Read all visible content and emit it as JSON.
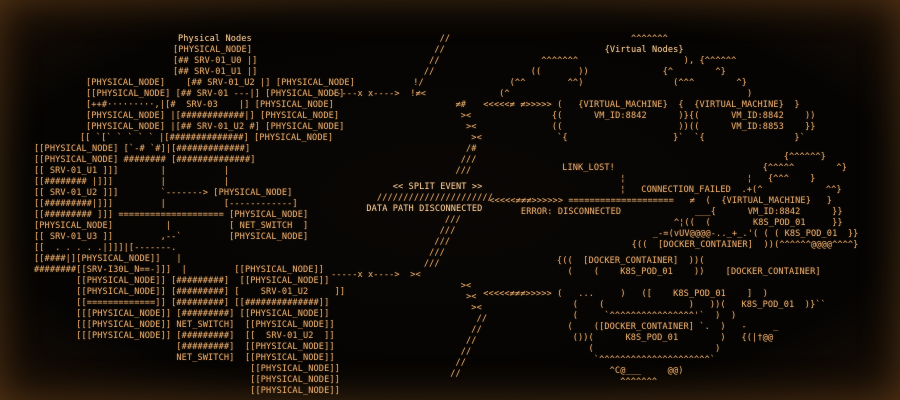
{
  "colors": {
    "background": "#050403",
    "text": "#e0a66a",
    "accent": "#f0c896"
  },
  "art": {
    "physical_nodes_tower": [
      "Physical Nodes",
      "[PHYSICAL_NODE]",
      "[## SRV-01_U0 |]",
      "[## SRV-01_U1 |]",
      "[PHYSICAL_NODE]    [## SRV-01_U2 |] [PHYSICAL_NODE]",
      "[[PHYSICAL_NODE] [## SRV-01 ---|] [PHYSICAL_NODE]",
      "[++#·········,|[#  SRV-03    |] [PHYSICAL_NODE]",
      "[PHYSICAL_NODE] |[############|] [PHYSICAL_NODE]",
      "[PHYSICAL_NODE] |[## SRV-01_U2 #] [PHYSICAL_NODE]",
      "[[ `[` ` ` ` ` |[##############] [PHYSICAL_NODE]",
      "[[PHYSICAL_NODE] [`-# `#]|[#############]",
      "[[PHYSICAL_NODE] ######## [##############]"
    ],
    "left_stack": [
      "[[ SRV-01_U1 ]]]        |           |",
      "[[######## |]]]         |           |",
      "[[ SRV-01_U2 ]]]        `-------> [PHYSICAL_NODE]",
      "[[#########|]]]         |           [------------]",
      "[[######### ]]] ==================== [PHYSICAL_NODE]",
      "[PHYSICAL_NODE]          |           [ NET_SWITCH  ]",
      "[[ SRV-01_U3 ]]         ,--`         [PHYSICAL_NODE]",
      "[[  . . . . .|]]]|[-------.",
      "[[####|][PHYSICAL_NODE]]   |",
      "########[[SRV-I30L_N==-]]]  |         [[PHYSICAL_NODE]]",
      "        [[PHYSICAL_NODE]] [#########]  [[PHYSICAL_NODE]]",
      "        [[PHYSICAL_NODE]] [#########] [    SRV-01_U2     ]]",
      "        [[=============]] [#########] [[##############]]",
      "        [[[PHYSICAL_NODE]] [#########] [[PHYSICAL_NODE]]",
      "        [[[PHYSICAL_NODE]] NET_SWITCH]  [[PHYSICAL_NODE]]",
      "        [[[PHYSICAL_NODE]] [#########]  [[  SRV-01_U2  ]]",
      "                           [#########]  [[PHYSICAL_NODE]]",
      "                           NET_SWITCH]  [[PHYSICAL_NODE]]",
      "                                         [[PHYSICAL_NODE]]",
      "                                         [[PHYSICAL_NODE]]",
      "                                         [[PHYSICAL_NODE]]"
    ],
    "split_lightning": [
      "                 //",
      "                //",
      "               //",
      "              //",
      "            !/",
      "    -----x x---->  !≠<",
      "                    ≠#",
      "                     ><",
      "                      ><",
      "                       ><",
      "                      /#",
      "                     ///",
      "                    ///",
      "          << SPLIT EVENT >>",
      "       //////////////////////",
      "     DATA PATH DISCONNECTED",
      "                  ///",
      "                 ///",
      "                ///",
      "               ///",
      "              ///",
      "    -----x x---->  ><",
      "                     ><",
      "                      ><",
      "                       ><",
      "                        //",
      "                       //",
      "                      //",
      "                     //",
      "                    //",
      "                   //"
    ],
    "virtual_nodes_cloud": [
      "                             ^^^^^^^",
      "                        {Virtual Nodes}",
      "            ^^^^^^^                    ), {^^^^^^",
      "          ((       ))              {^        ^}",
      "      (^^        ^^)                 (^^^        ^}",
      "    (^                                             )",
      " <<<<<≠ ≠>>>>> (   {VIRTUAL_MACHINE}  {  {VIRTUAL_MACHINE}  }",
      "              {(      VM_ID:8842      )}{(      VM_ID:8842    ))",
      "              ((                      ))((      VM_ID:8853    }}",
      "               `{                    }`  `{                 }`"
    ],
    "right_middle": [
      "                                                  {^^^^^^}",
      "        LINK_LOST!                            {^^^^^        ^}",
      "                   ¦                       ¦   {^^^    }",
      "                   ¦   CONNECTION_FAILED  .+(^            ^^}",
      " <<<<<≠≠≠>>>>>> ====================   ≠  (  {VIRTUAL_MACHINE}   }",
      "       ERROR: DISCONNECTED              ___{      VM_ID:8842      }}",
      "                                    ^¦((  (        K8S_POD_01     }}",
      "                                _-=(vUV@@@@-.._+_.'( ( ( K8S_POD_01  }}",
      "                            {((  [DOCKER_CONTAINER]  ))(^^^^^^@@@@^^^^}"
    ],
    "containers_cloud": [
      "       {((  [DOCKER_CONTAINER]  ))(",
      "         (    (    K8S_POD_01    ))    [DOCKER_CONTAINER]",
      " <<<<<≠≠≠>>>>> (   ...     )   ([    K8S_POD_01    ]  )",
      "          (    (                )   ))(   K8S_POD_01  )}``",
      "          (     `^^^^^^^^^^^^^^^^'`  )  )",
      "         (    ([DOCKER_CONTAINER] `.  )   -     _",
      "          ())(      K8S_POD_01        )   {(|†@@",
      "             (                       )",
      "              `^^^^^^^^^^^^^^^^^^^^^`",
      "                 ^C@___     @@)",
      "                   ^^^^^^^"
    ]
  }
}
